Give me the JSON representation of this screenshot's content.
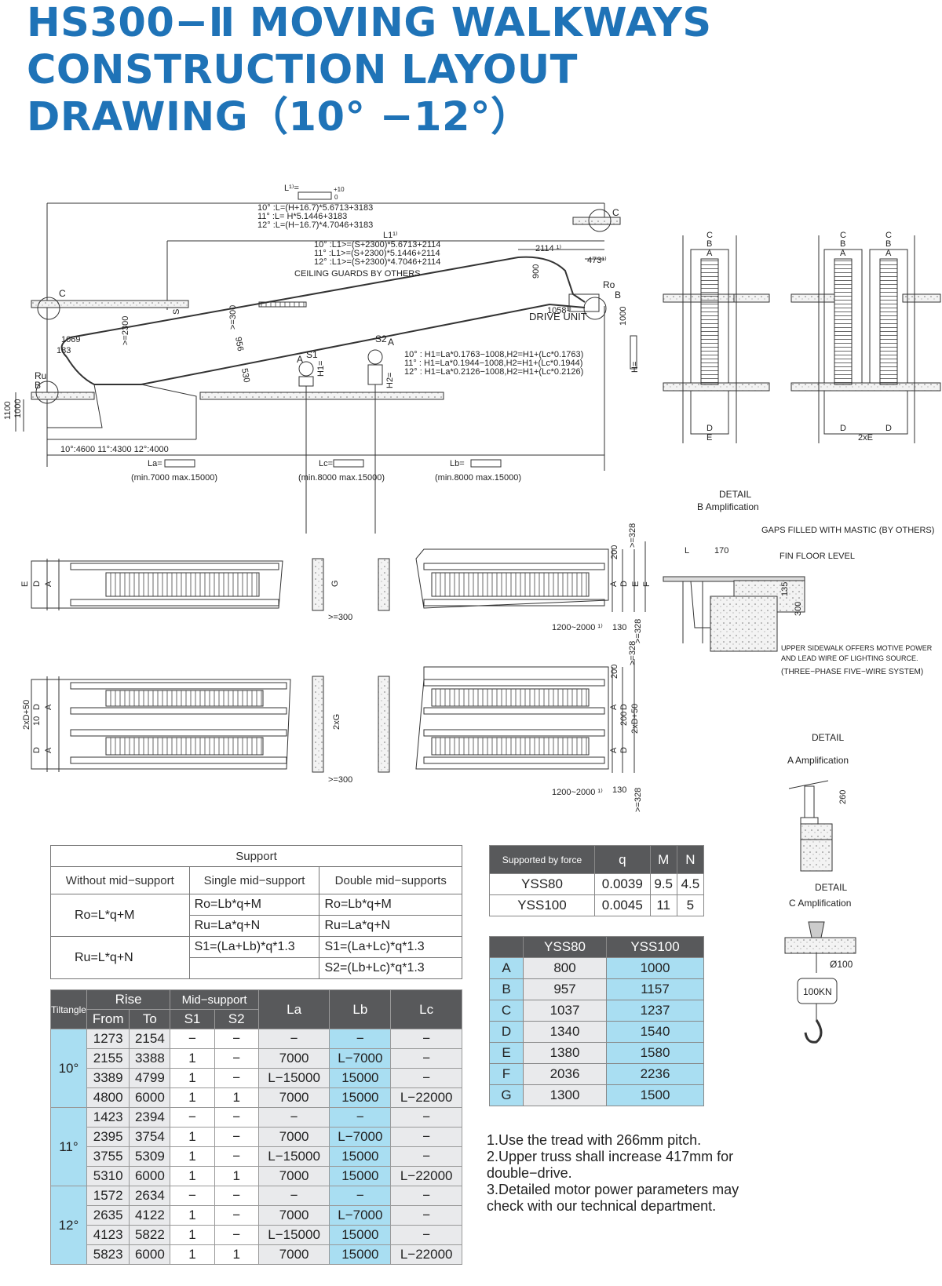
{
  "title": {
    "line1": "HS300−Ⅱ MOVING WALKWAYS",
    "line2": "CONSTRUCTION LAYOUT",
    "line3": "DRAWING（10° −12°）"
  },
  "drawing": {
    "L_label": "L¹⁾=",
    "tol_top": "+10",
    "tol_bottom": "0",
    "L_formulas": [
      "10° :L=(H+16.7)*5.6713+3183",
      "11° :L=     H*5.1446+3183",
      "12° :L=(H−16.7)*4.7046+3183"
    ],
    "L1_label": "L1¹⁾",
    "L1_formulas": [
      "10° :L1>=(S+2300)*5.6713+2114",
      "11° :L1>=(S+2300)*5.1446+2114",
      "12° :L1>=(S+2300)*4.7046+2114"
    ],
    "ceiling_guards": "CEILING GUARDS BY OTHERS",
    "drive_unit": "DRIVE UNIT",
    "dim_2114": "2114 ¹⁾",
    "dim_473": "473¹⁾",
    "dim_900": "900",
    "dim_1058": "1058¹⁾",
    "dim_1000": "1000",
    "dim_1069": "1069",
    "dim_183": "183",
    "dim_2300": ">=2300",
    "dim_300": ">=300",
    "dim_956": "956",
    "dim_530": "530",
    "dim_1100": "1100",
    "dim_1000b": "1000",
    "label_C": "C",
    "label_S": "S",
    "label_B": "B",
    "label_Ro": "Ro",
    "label_Ru": "Ru",
    "label_S1": "S1",
    "label_S2": "S2",
    "label_A": "A",
    "label_H1": "H1=",
    "label_H2": "H2=",
    "label_H": "H=",
    "H_formulas": [
      "10° : H1=La*0.1763−1008,H2=H1+(Lc*0.1763)",
      "11° : H1=La*0.1944−1008,H2=H1+(Lc*0.1944)",
      "12° : H1=La*0.2126−1008,H2=H1+(Lc*0.2126)"
    ],
    "base_lengths": "10°:4600  11°:4300  12°:4000",
    "La_label": "La=",
    "La_range": "(min.7000  max.15000)",
    "Lc_label": "Lc=",
    "Lc_range": "(min.8000  max.15000)",
    "Lb_label": "Lb=",
    "Lb_range": "(min.8000  max.15000)",
    "section_labels": [
      "C",
      "B",
      "A",
      "D",
      "E",
      "2xE"
    ],
    "plan_labels": [
      "E",
      "D",
      "A",
      "G",
      ">=300",
      "200",
      ">=328",
      "1200~2000 ¹⁾",
      "130",
      "2xD+50",
      "2xG",
      "10",
      "F"
    ],
    "detail_b_title": "DETAIL",
    "detail_b_sub": "B  Amplification",
    "gaps_text": "GAPS FILLED WITH MASTIC (BY OTHERS)",
    "fin_floor": "FIN FLOOR LEVEL",
    "dim_170": "170",
    "dim_L": "L",
    "dim_135": "135",
    "dim_300b": "300",
    "upper_sidewalk": [
      "UPPER SIDEWALK OFFERS MOTIVE POWER",
      "AND LEAD WIRE OF LIGHTING SOURCE.",
      "(THREE−PHASE FIVE−WIRE SYSTEM)"
    ],
    "detail_a_title": "DETAIL",
    "detail_a_sub": "A  Amplification",
    "dim_260": "260",
    "detail_c_title": "DETAIL",
    "detail_c_sub": "C  Amplification",
    "dia_100": "Ø100",
    "load_100kn": "100KN"
  },
  "support_table": {
    "header": "Support",
    "cols": [
      "Without mid−support",
      "Single mid−support",
      "Double mid−supports"
    ],
    "row1": {
      "without": "Ro=L*q+M",
      "single": [
        "Ro=Lb*q+M",
        "Ru=La*q+N"
      ],
      "double": [
        "Ro=Lb*q+M",
        "Ru=La*q+N"
      ]
    },
    "row2": {
      "without": "Ru=L*q+N",
      "single": [
        "S1=(La+Lb)*q*1.3",
        ""
      ],
      "double": [
        "S1=(La+Lc)*q*1.3",
        "S2=(Lb+Lc)*q*1.3"
      ]
    }
  },
  "force_table": {
    "headers": [
      "Supported by force",
      "q",
      "M",
      "N"
    ],
    "rows": [
      [
        "YSS80",
        "0.0039",
        "9.5",
        "4.5"
      ],
      [
        "YSS100",
        "0.0045",
        "11",
        "5"
      ]
    ]
  },
  "dim_table": {
    "headers": [
      "",
      "YSS80",
      "YSS100"
    ],
    "rows": [
      [
        "A",
        "800",
        "1000"
      ],
      [
        "B",
        "957",
        "1157"
      ],
      [
        "C",
        "1037",
        "1237"
      ],
      [
        "D",
        "1340",
        "1540"
      ],
      [
        "E",
        "1380",
        "1580"
      ],
      [
        "F",
        "2036",
        "2236"
      ],
      [
        "G",
        "1300",
        "1500"
      ]
    ]
  },
  "rise_table": {
    "h_tilt": "Tiltangle",
    "h_rise": "Rise",
    "h_mid": "Mid−support",
    "h_la": "La",
    "h_lb": "Lb",
    "h_lc": "Lc",
    "h_from": "From",
    "h_to": "To",
    "h_s1": "S1",
    "h_s2": "S2",
    "groups": [
      {
        "angle": "10°",
        "rows": [
          [
            "1273",
            "2154",
            "−",
            "−",
            "−",
            "−",
            "−"
          ],
          [
            "2155",
            "3388",
            "1",
            "−",
            "7000",
            "L−7000",
            "−"
          ],
          [
            "3389",
            "4799",
            "1",
            "−",
            "L−15000",
            "15000",
            "−"
          ],
          [
            "4800",
            "6000",
            "1",
            "1",
            "7000",
            "15000",
            "L−22000"
          ]
        ]
      },
      {
        "angle": "11°",
        "rows": [
          [
            "1423",
            "2394",
            "−",
            "−",
            "−",
            "−",
            "−"
          ],
          [
            "2395",
            "3754",
            "1",
            "−",
            "7000",
            "L−7000",
            "−"
          ],
          [
            "3755",
            "5309",
            "1",
            "−",
            "L−15000",
            "15000",
            "−"
          ],
          [
            "5310",
            "6000",
            "1",
            "1",
            "7000",
            "15000",
            "L−22000"
          ]
        ]
      },
      {
        "angle": "12°",
        "rows": [
          [
            "1572",
            "2634",
            "−",
            "−",
            "−",
            "−",
            "−"
          ],
          [
            "2635",
            "4122",
            "1",
            "−",
            "7000",
            "L−7000",
            "−"
          ],
          [
            "4123",
            "5822",
            "1",
            "−",
            "L−15000",
            "15000",
            "−"
          ],
          [
            "5823",
            "6000",
            "1",
            "1",
            "7000",
            "15000",
            "L−22000"
          ]
        ]
      }
    ]
  },
  "notes": [
    "1.Use the tread with 266mm pitch.",
    "2.Upper truss shall increase 417mm for",
    "double−drive.",
    "3.Detailed motor power parameters may",
    "check with our technical department."
  ]
}
